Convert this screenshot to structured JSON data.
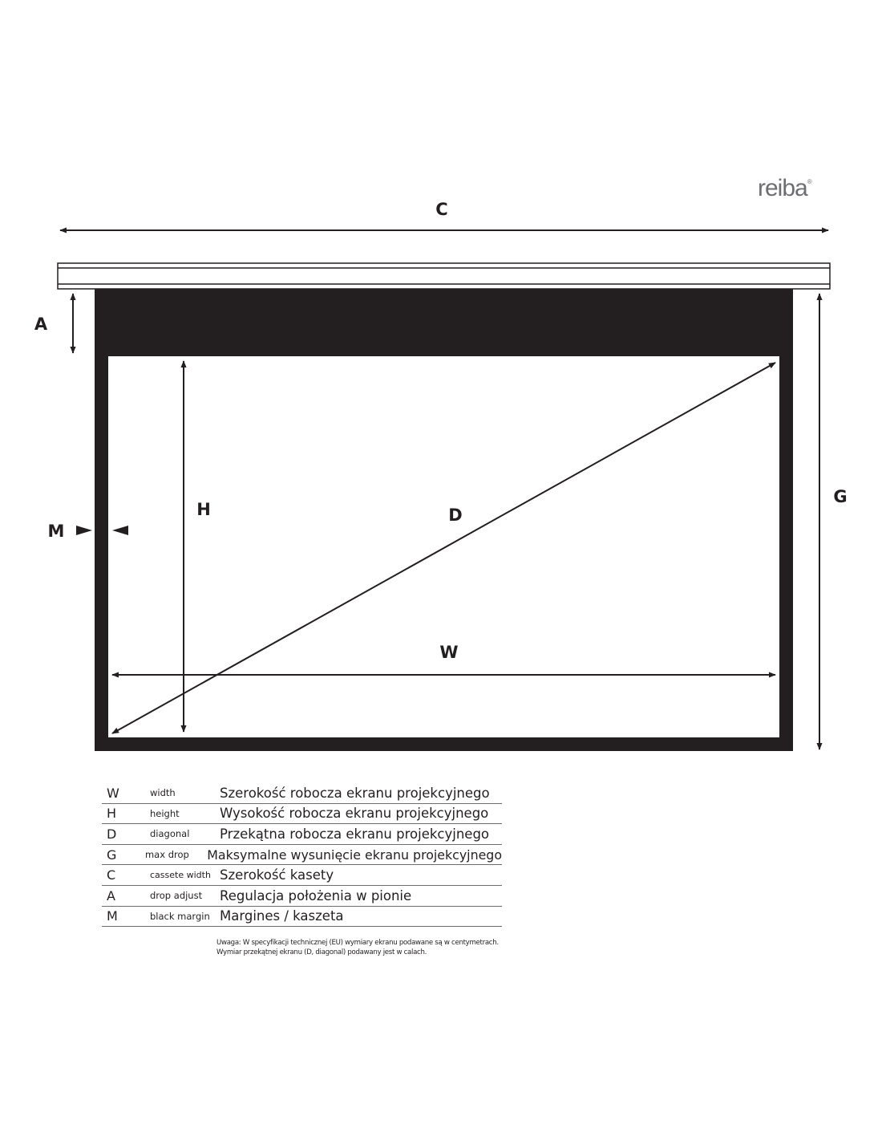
{
  "brand": {
    "logo_text": "reiba",
    "registered_mark": "®"
  },
  "dimension_labels": {
    "C": "C",
    "A": "A",
    "M": "M",
    "H": "H",
    "D": "D",
    "W": "W",
    "G": "G"
  },
  "colors": {
    "ink": "#231f20",
    "rule": "#6d6e71",
    "logo": "#6d6e71"
  },
  "legend": {
    "rows": [
      {
        "key": "W",
        "english": "width",
        "polish": "Szerokość robocza ekranu projekcyjnego"
      },
      {
        "key": "H",
        "english": "height",
        "polish": "Wysokość robocza ekranu projekcyjnego"
      },
      {
        "key": "D",
        "english": "diagonal",
        "polish": "Przekątna robocza ekranu projekcyjnego"
      },
      {
        "key": "G",
        "english": "max drop",
        "polish": "Maksymalne wysunięcie ekranu projekcyjnego"
      },
      {
        "key": "C",
        "english": "cassete width",
        "polish": "Szerokość kasety"
      },
      {
        "key": "A",
        "english": "drop adjust",
        "polish": "Regulacja położenia w pionie"
      },
      {
        "key": "M",
        "english": "black margin",
        "polish": "Margines / kaszeta"
      }
    ]
  },
  "note": {
    "line1": "Uwaga: W specyfikacji technicznej (EU) wymiary ekranu podawane są w centymetrach.",
    "line2": "Wymiar przekątnej ekranu (D, diagonal) podawany jest w calach."
  }
}
